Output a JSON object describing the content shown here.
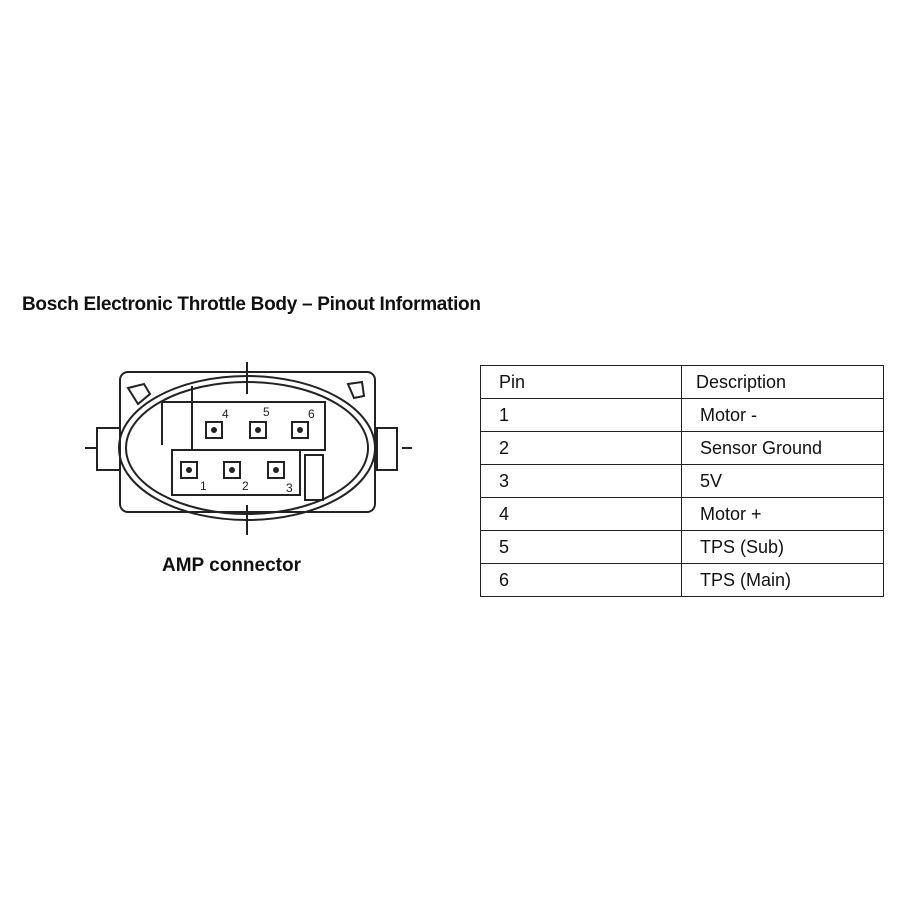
{
  "title": "Bosch Electronic Throttle Body  – Pinout Information",
  "diagram": {
    "caption": "AMP connector",
    "pin_labels_top": [
      "4",
      "5",
      "6"
    ],
    "pin_labels_bottom": [
      "1",
      "2",
      "3"
    ]
  },
  "table": {
    "headers": [
      "Pin",
      "Description"
    ],
    "rows": [
      {
        "pin": "1",
        "description": "Motor -"
      },
      {
        "pin": "2",
        "description": "Sensor Ground"
      },
      {
        "pin": "3",
        "description": "5V"
      },
      {
        "pin": "4",
        "description": "Motor +"
      },
      {
        "pin": "5",
        "description": "TPS (Sub)"
      },
      {
        "pin": "6",
        "description": "TPS (Main)"
      }
    ]
  }
}
